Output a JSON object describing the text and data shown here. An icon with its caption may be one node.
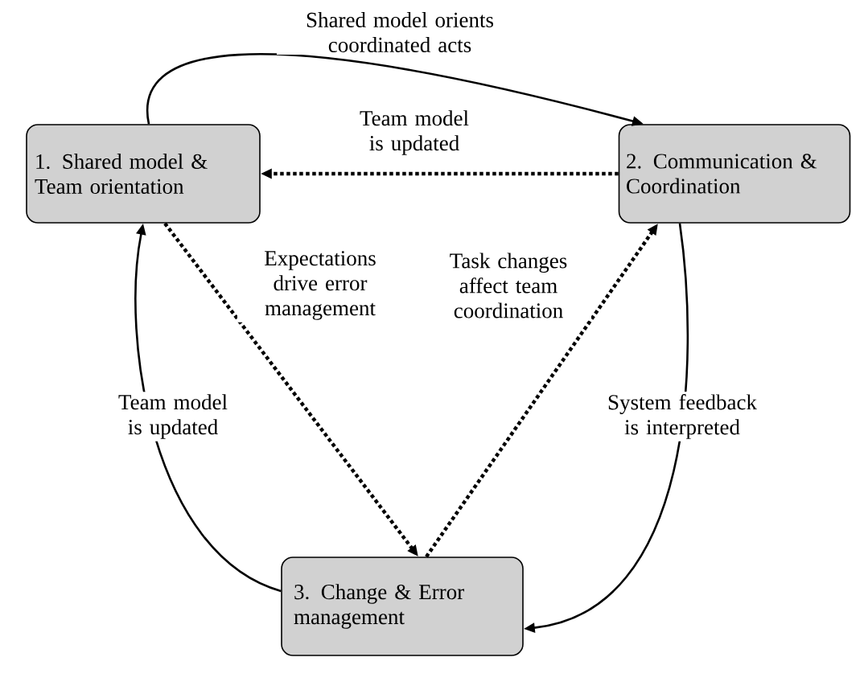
{
  "diagram": {
    "nodes": [
      {
        "text": [
          "1. Shared model & Team orientation"
        ]
      },
      {
        "text": [
          "2. Communication & Coordination"
        ]
      },
      {
        "text": [
          "3. Change & Error management"
        ]
      }
    ],
    "edges": [
      {
        "from": 0,
        "to": 1,
        "arrow": "to",
        "label": "Shared model orients coordinated acts"
      },
      {
        "from": 1,
        "to": 0,
        "arrow": "to",
        "style": "dashed",
        "label": "Team model is updated"
      },
      {
        "from": 0,
        "to": 2,
        "arrow": "to",
        "style": "dashed",
        "label": "Expectations drive error management"
      },
      {
        "from": 2,
        "to": 1,
        "arrow": "to",
        "style": "dashed",
        "label": "Task changes affect team coordination"
      },
      {
        "from": 1,
        "to": 2,
        "arrow": "to",
        "label": "System feedback is interpreted"
      },
      {
        "from": 2,
        "to": 0,
        "arrow": "to",
        "label": "Team model is updated"
      }
    ]
  }
}
